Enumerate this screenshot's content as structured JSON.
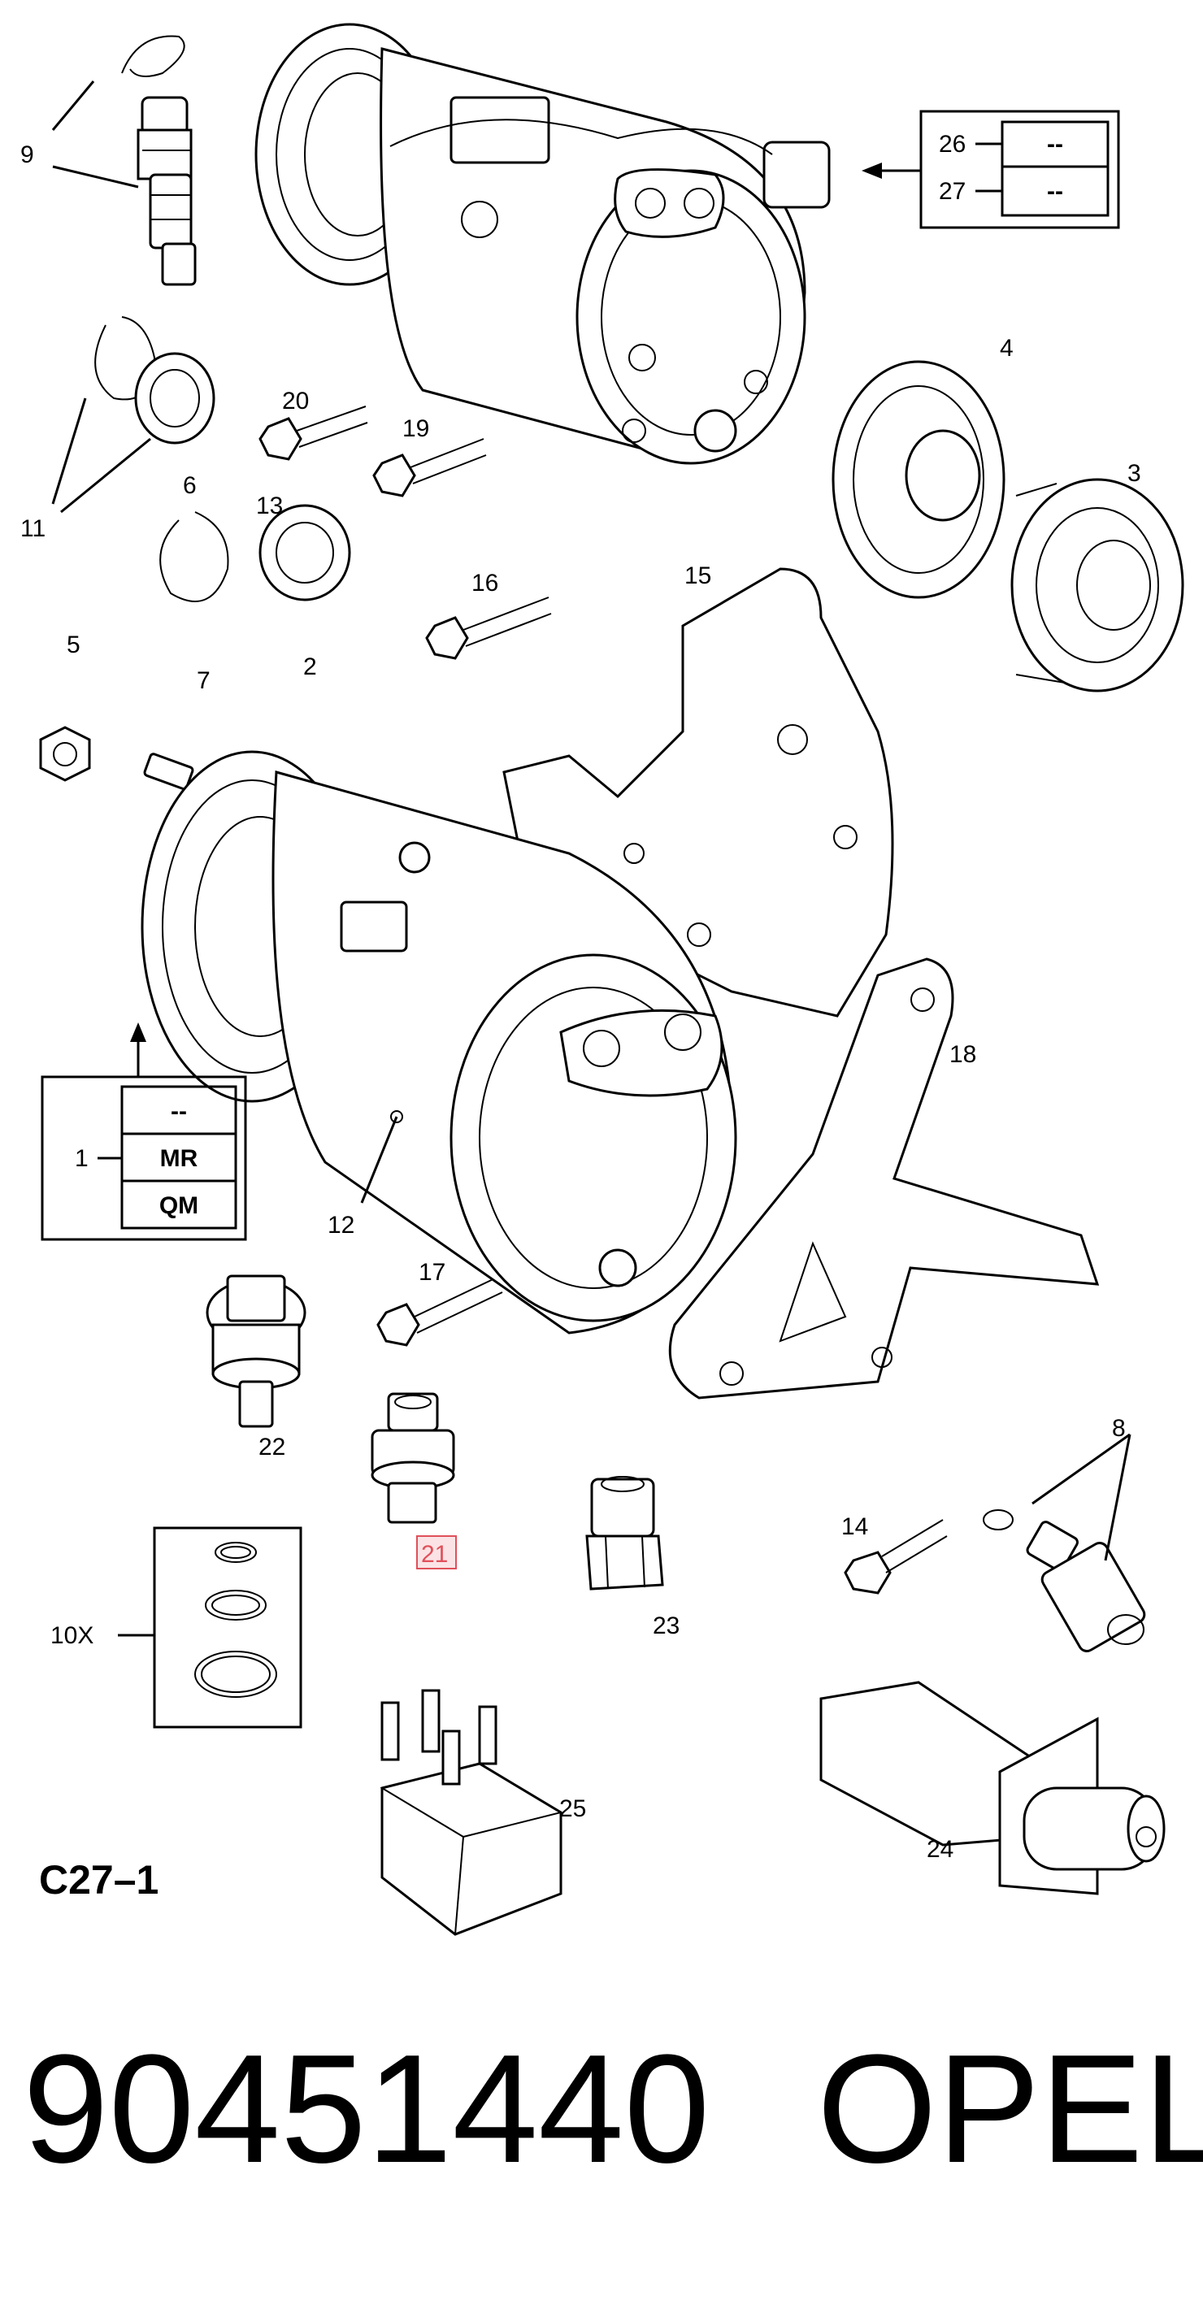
{
  "figure_code": "C27–1",
  "part_number": "90451440",
  "brand": "OPEL",
  "highlighted_callout": "21",
  "highlight_color": "#e0505a",
  "callouts": {
    "c1": "1",
    "c2": "2",
    "c3": "3",
    "c4": "4",
    "c5": "5",
    "c6": "6",
    "c7": "7",
    "c8": "8",
    "c9": "9",
    "c10": "10X",
    "c11": "11",
    "c12": "12",
    "c13": "13",
    "c14": "14",
    "c15": "15",
    "c16": "16",
    "c17": "17",
    "c18": "18",
    "c19": "19",
    "c20": "20",
    "c21": "21",
    "c22": "22",
    "c23": "23",
    "c24": "24",
    "c25": "25",
    "c26": "26",
    "c27": "27"
  },
  "variant_table_top": {
    "row1": "--",
    "row2": "--"
  },
  "variant_table_left": {
    "row1": "--",
    "row2": "MR",
    "row3": "QM"
  }
}
